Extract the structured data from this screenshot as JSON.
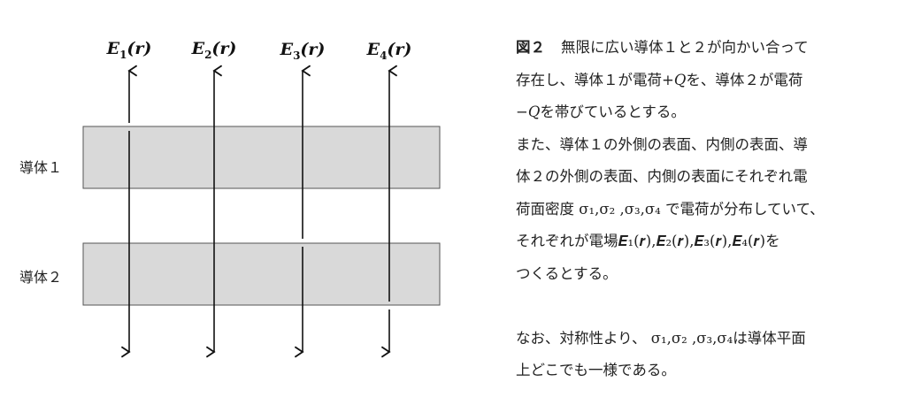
{
  "diagram": {
    "field_labels": [
      {
        "sym": "E",
        "sub": "1",
        "arg": "(r)"
      },
      {
        "sym": "E",
        "sub": "2",
        "arg": "(r)"
      },
      {
        "sym": "E",
        "sub": "3",
        "arg": "(r)"
      },
      {
        "sym": "E",
        "sub": "4",
        "arg": "(r)"
      }
    ],
    "conductor_labels": [
      "導体１",
      "導体２"
    ],
    "conductor_fill": "#d9d9d9"
  },
  "caption": {
    "figure_label": "図２",
    "lines": [
      "無限に広い導体１と２が向かい合って",
      "存在し、導体１が電荷+𝑄を、導体２が電荷",
      "−𝑄を帯びているとする。",
      "また、導体１の外側の表面、内側の表面、導",
      "体２の外側の表面、内側の表面にそれぞれ電",
      "荷面密度 σ₁,σ₂ ,σ₃,σ₄ で電荷が分布していて、",
      "それぞれが電場𝑬₁(𝒓),𝑬₂(𝒓),𝑬₃(𝒓),𝑬₄(𝒓)を",
      "つくるとする。",
      "",
      "なお、対称性より、 σ₁,σ₂ ,σ₃,σ₄は導体平面",
      "上どこでも一様である。"
    ]
  }
}
